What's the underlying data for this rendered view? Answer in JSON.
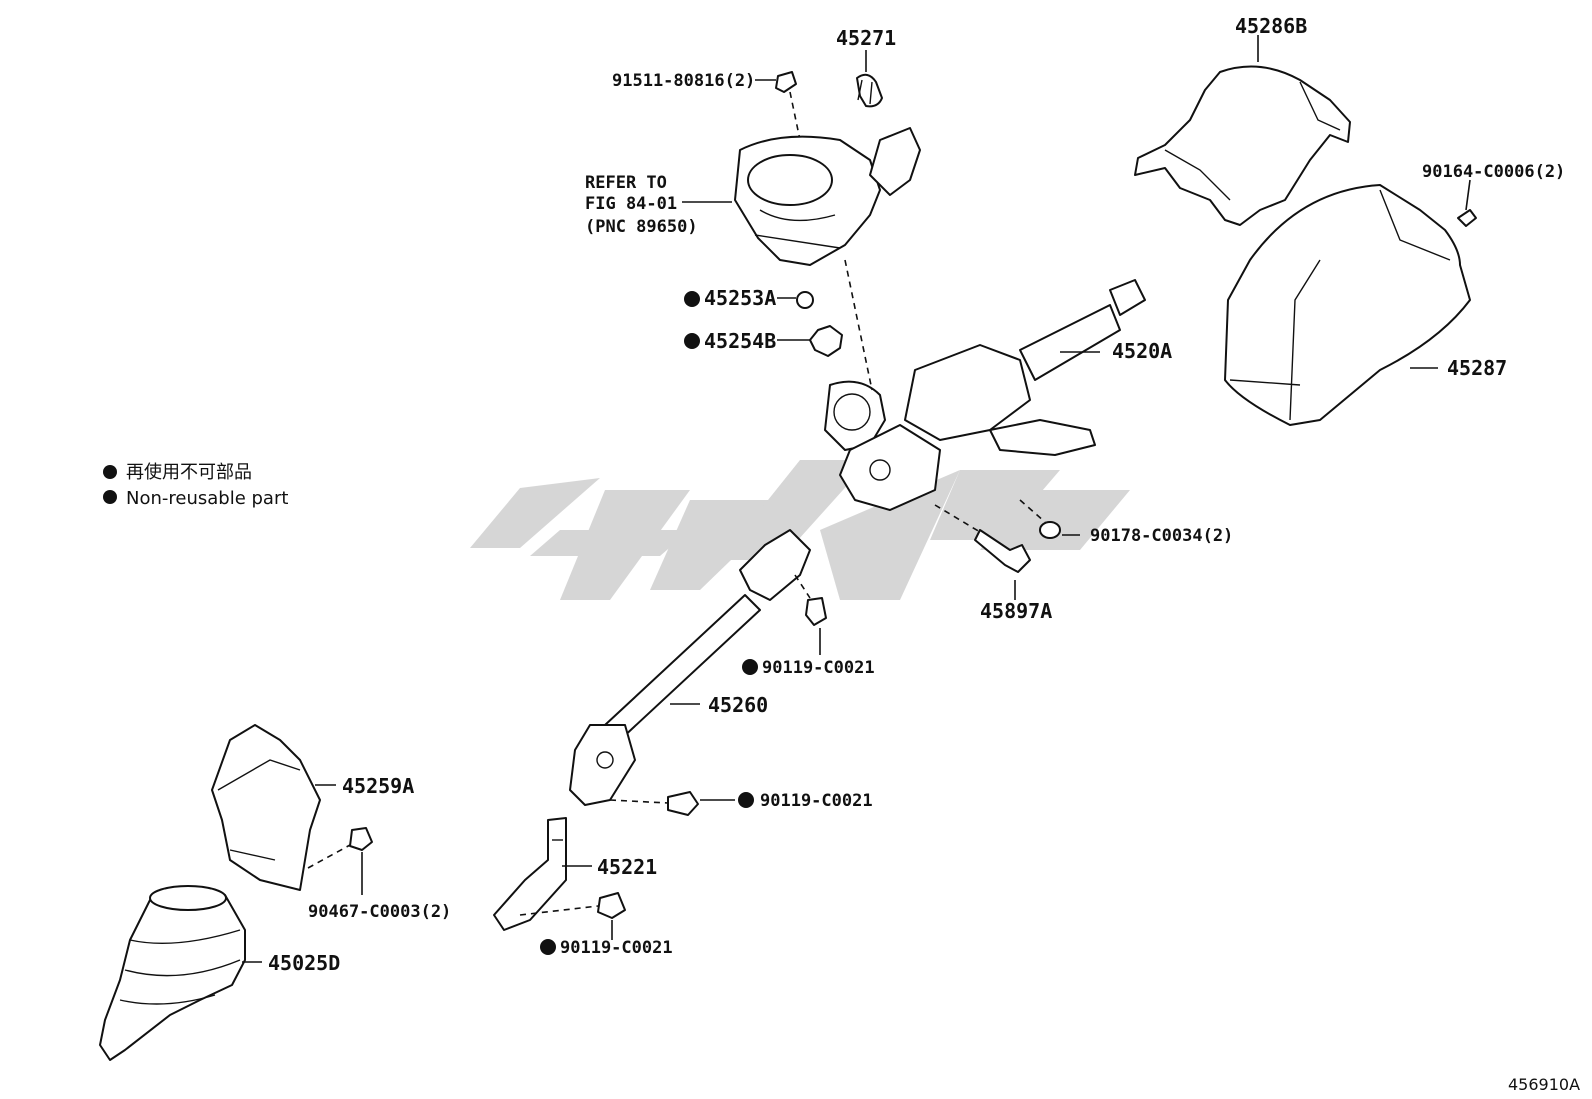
{
  "legend": {
    "jp": "再使用不可部品",
    "en": "Non-reusable part"
  },
  "parts": {
    "p45271": "45271",
    "p45286b": "45286B",
    "p91511": "91511-80816(2)",
    "p90164": "90164-C0006(2)",
    "refer1": "REFER TO",
    "refer2": "FIG 84-01",
    "refer3": "(PNC 89650)",
    "p45253a": "45253A",
    "p45254b": "45254B",
    "p4520a": "4520A",
    "p45287": "45287",
    "p90178": "90178-C0034(2)",
    "p45897a": "45897A",
    "p90119_a": "90119-C0021",
    "p45260": "45260",
    "p45259a": "45259A",
    "p90119_b": "90119-C0021",
    "p90467": "90467-C0003(2)",
    "p45221": "45221",
    "p90119_c": "90119-C0021",
    "p45025d": "45025D"
  },
  "figure_code": "456910A",
  "colors": {
    "line": "#111111",
    "watermark": "#cfcfcf",
    "background": "#ffffff"
  }
}
